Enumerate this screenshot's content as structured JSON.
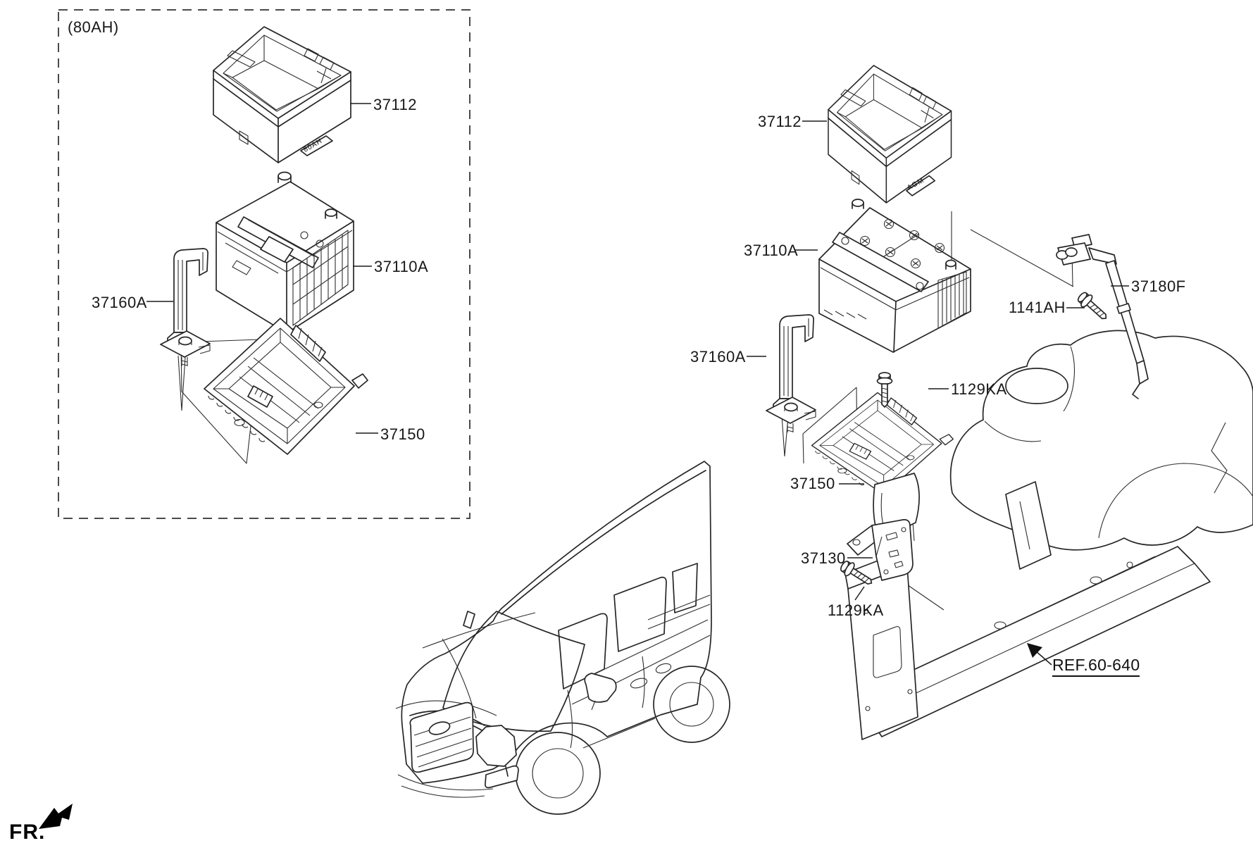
{
  "diagram": {
    "variant_note": "(80AH)",
    "front_indicator": "FR.",
    "left_group": {
      "insulation_marking": "80AH",
      "callouts": {
        "insulation": "37112",
        "battery": "37110A",
        "clamp": "37160A",
        "tray": "37150"
      }
    },
    "right_group": {
      "insulation_marking": "AGM",
      "callouts": {
        "insulation": "37112",
        "battery": "37110A",
        "sensor": "37180F",
        "sensor_bolt": "1141AH",
        "clamp": "37160A",
        "tray_bolt": "1129KA",
        "tray": "37150",
        "stay": "37130",
        "stay_bolt": "1129KA",
        "body_reference": "REF.60-640"
      }
    }
  }
}
